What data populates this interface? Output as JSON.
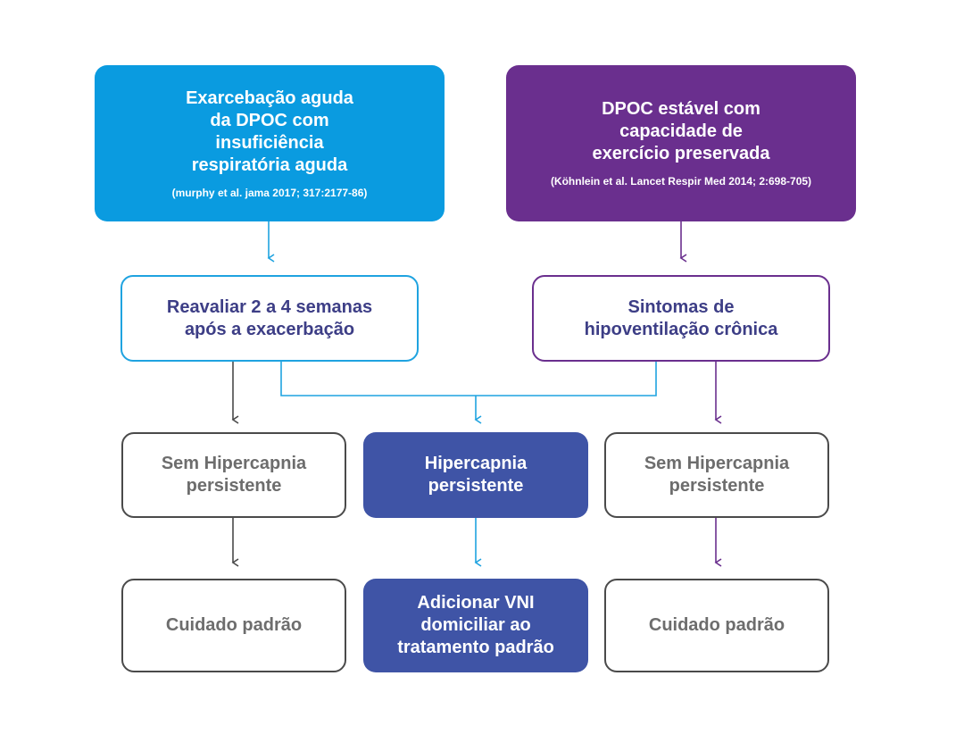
{
  "boxes": {
    "acute": {
      "lines": [
        "Exarcebação aguda",
        "da DPOC com",
        "insuficiência",
        "respiratória aguda"
      ],
      "ref": "(murphy et al. jama 2017; 317:2177-86)"
    },
    "stable": {
      "lines": [
        "DPOC estável com",
        "capacidade de",
        "exercício preservada"
      ],
      "ref": "(Köhnlein et al. Lancet Respir Med 2014; 2:698-705)"
    },
    "reassess": {
      "lines": [
        "Reavaliar 2 a 4 semanas",
        "após a exacerbação"
      ]
    },
    "symptoms": {
      "lines": [
        "Sintomas de",
        "hipoventilação crônica"
      ]
    },
    "no_hyper_left": {
      "lines": [
        "Sem Hipercapnia",
        "persistente"
      ]
    },
    "hyper": {
      "lines": [
        "Hipercapnia",
        "persistente"
      ]
    },
    "no_hyper_right": {
      "lines": [
        "Sem Hipercapnia",
        "persistente"
      ]
    },
    "care_left": {
      "lines": [
        "Cuidado padrão"
      ]
    },
    "niv": {
      "lines": [
        "Adicionar VNI",
        "domiciliar ao",
        "tratamento padrão"
      ]
    },
    "care_right": {
      "lines": [
        "Cuidado padrão"
      ]
    }
  },
  "colors": {
    "blue": "#0a9be0",
    "purple": "#6a2f8e",
    "indigo": "#3f54a6",
    "gray": "#4a4a4a",
    "text_navy": "#3d3e86",
    "text_gray": "#6d6d6d"
  }
}
